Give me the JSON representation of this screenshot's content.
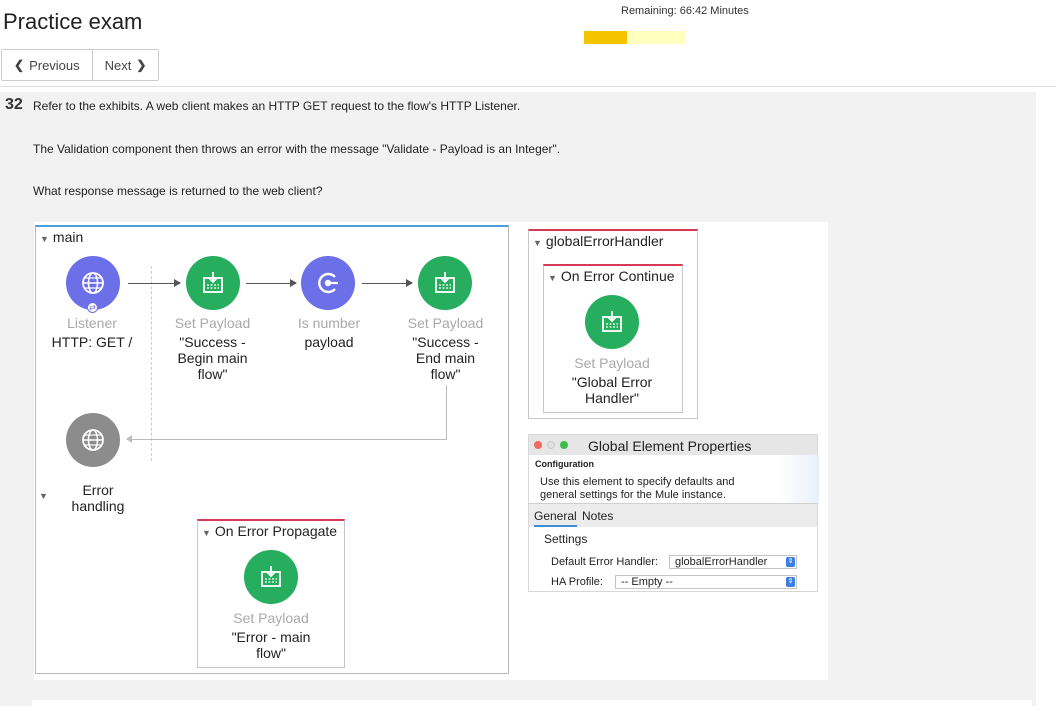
{
  "header": {
    "title": "Practice exam",
    "timer_text": "Remaining: 66:42 Minutes",
    "progress_fraction": 0.43,
    "accent_color": "#f5c400"
  },
  "nav": {
    "previous_label": "Previous",
    "next_label": "Next",
    "previous_icon": "chevron-left-icon",
    "next_icon": "chevron-right-icon"
  },
  "question": {
    "number": "32",
    "line1": "Refer to the exhibits. A web client makes an HTTP GET request to the flow's HTTP Listener.",
    "line2": "The Validation component then throws an error with the message \"Validate - Payload is an Integer\".",
    "line3": "What response message is returned to the web client?"
  },
  "exhibit": {
    "main": {
      "name": "main",
      "listener": {
        "kind": "Listener",
        "label": "HTTP: GET /",
        "icon": "globe-icon"
      },
      "set_payload_1": {
        "kind": "Set Payload",
        "line1": "\"Success -",
        "line2": "Begin main",
        "line3": "flow\""
      },
      "validation": {
        "kind": "Is number",
        "label": "payload",
        "icon": "validation-icon"
      },
      "set_payload_2": {
        "kind": "Set Payload",
        "line1": "\"Success -",
        "line2": "End main",
        "line3": "flow\""
      },
      "error_handling": {
        "line1": "Error",
        "line2": "handling"
      },
      "on_error_propagate": {
        "title": "On Error Propagate",
        "kind": "Set Payload",
        "line1": "\"Error - main",
        "line2": "flow\""
      }
    },
    "global_handler": {
      "name": "globalErrorHandler",
      "on_error_continue": {
        "title": "On Error Continue",
        "kind": "Set Payload",
        "line1": "\"Global Error",
        "line2": "Handler\""
      }
    },
    "global_element_properties": {
      "title": "Global Element Properties",
      "section": "Configuration",
      "description": "Use this element to specify defaults and general settings for the Mule instance.",
      "tabs": [
        "General",
        "Notes"
      ],
      "settings_label": "Settings",
      "default_error_handler_label": "Default Error Handler:",
      "default_error_handler_value": "globalErrorHandler",
      "ha_profile_label": "HA Profile:",
      "ha_profile_value": "-- Empty --"
    }
  }
}
